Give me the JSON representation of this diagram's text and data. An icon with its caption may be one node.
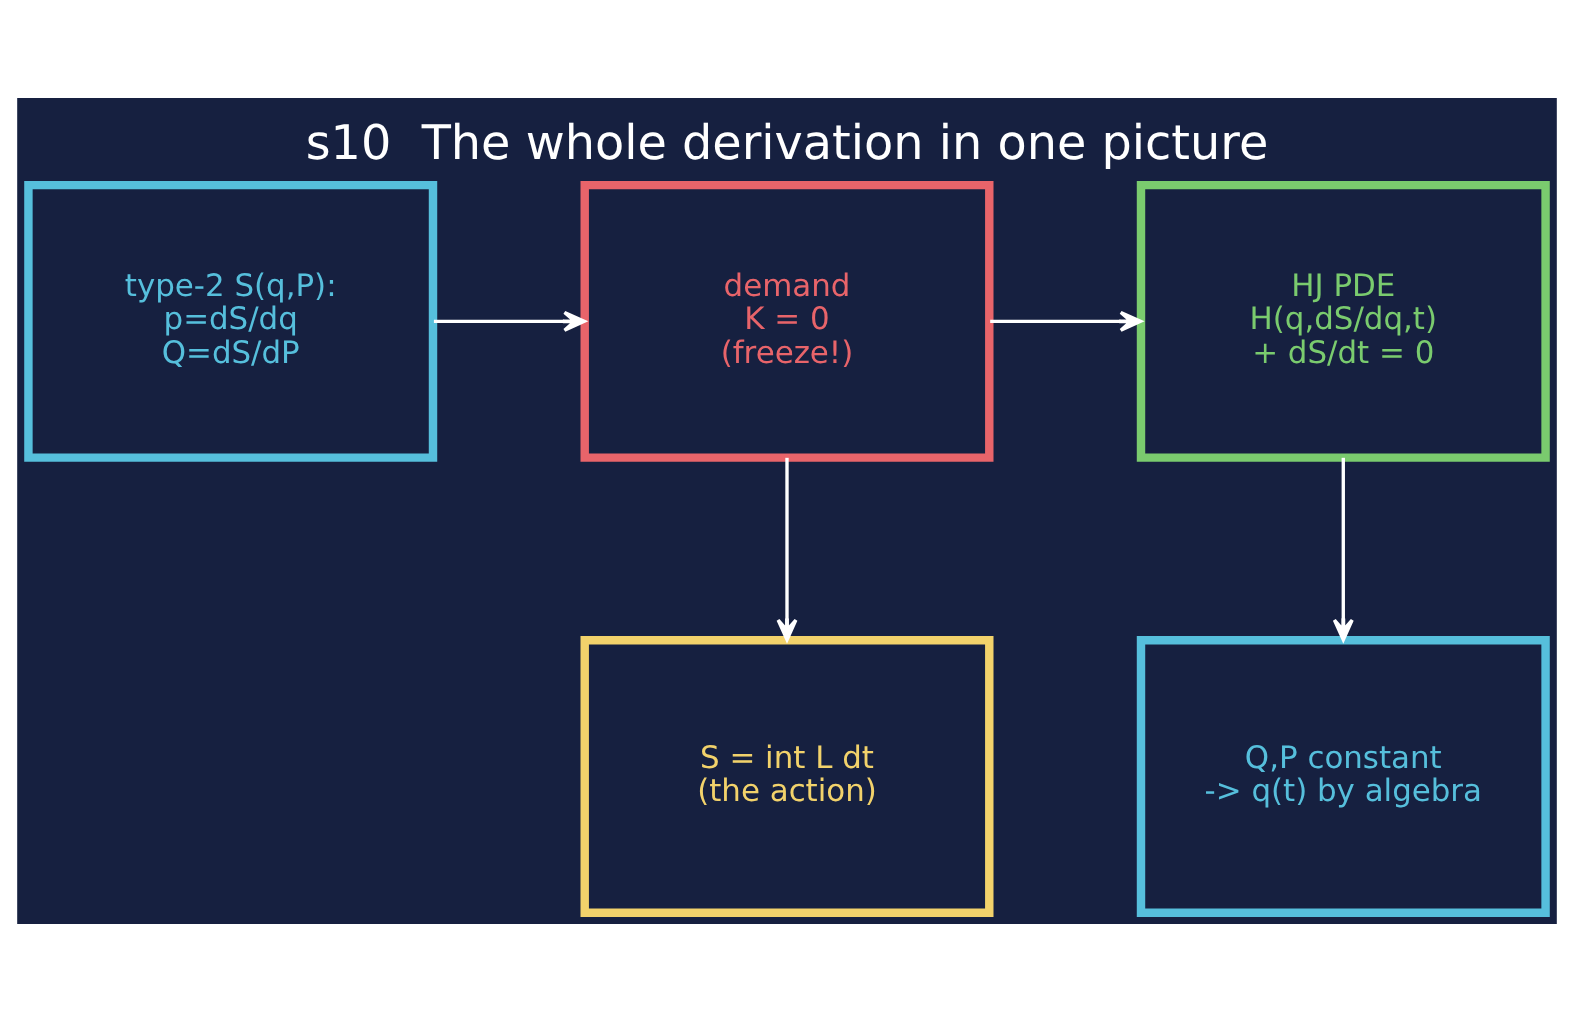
{
  "diagram": {
    "title": "s10  The whole derivation in one picture",
    "nodes": [
      {
        "text": [
          "type-2 S(q,P):",
          "p=dS/dq",
          "Q=dS/dP"
        ]
      },
      {
        "text": [
          "demand",
          "K = 0",
          "(freeze!)"
        ]
      },
      {
        "text": [
          "HJ PDE",
          "H(q,dS/dq,t)",
          "+ dS/dt = 0"
        ]
      },
      {
        "text": [
          "S = int L dt",
          "(the action)"
        ]
      },
      {
        "text": [
          "Q,P constant",
          "-> q(t) by algebra"
        ]
      }
    ],
    "edges": [
      {
        "from": 0,
        "to": 1,
        "arrow": "to"
      },
      {
        "from": 1,
        "to": 2,
        "arrow": "to"
      },
      {
        "from": 1,
        "to": 3,
        "arrow": "to"
      },
      {
        "from": 2,
        "to": 4,
        "arrow": "to"
      }
    ]
  }
}
